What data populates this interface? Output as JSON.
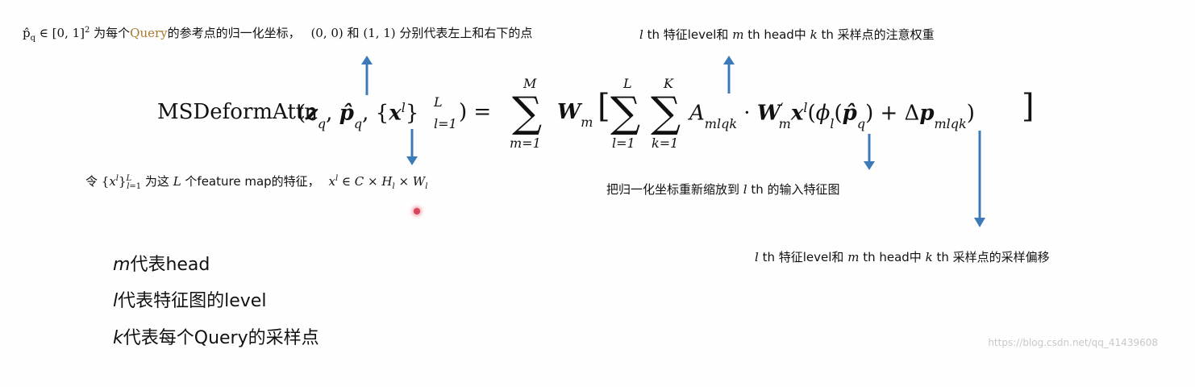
{
  "annotations": {
    "top_left_pre": "∈ [0, 1]",
    "top_left_mid": " 为每个",
    "query_word": "Query",
    "top_left_post": "的参考点的归一化坐标，",
    "coord_a": "(0, 0)",
    "coord_and": " 和 ",
    "coord_b": "(1, 1)",
    "top_left_tail": " 分别代表左上和右下的点",
    "top_right_a": " th 特征level和 ",
    "top_right_b": " th head中 ",
    "top_right_c": " th 采样点的注意权重",
    "mid_left_a": "令 ",
    "mid_left_b": " 为这 ",
    "mid_left_c": " 个feature map的特征，",
    "mid_right_a": "把归一化坐标重新缩放到 ",
    "mid_right_b": " th 的输入特征图",
    "bottom_right_a": " th 特征level和 ",
    "bottom_right_b": " th head中 ",
    "bottom_right_c": " th 采样点的采样偏移"
  },
  "formula": {
    "func_name": "MSDeformAttn",
    "sum_m_top": "M",
    "sum_m_bottom": "m=1",
    "sum_l_top": "L",
    "sum_l_bottom": "l=1",
    "sum_k_top": "K",
    "sum_k_bottom": "k=1"
  },
  "legend": {
    "line1_var": "m",
    "line1_text": "代表head",
    "line2_var": "l",
    "line2_text": "代表特征图的level",
    "line3_var": "k",
    "line3_text": "代表每个Query的采样点"
  },
  "watermark": "https://blog.csdn.net/qq_41439608",
  "colors": {
    "arrow": "#3d7ab8",
    "query_highlight": "#a77a2c",
    "laser_dot": "#d9455a"
  }
}
